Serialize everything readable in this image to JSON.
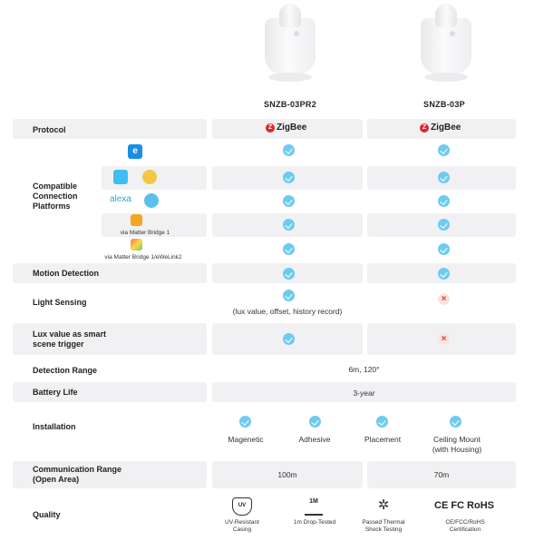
{
  "products": [
    {
      "name": "SNZB-03PR2"
    },
    {
      "name": "SNZB-03P"
    }
  ],
  "rows": {
    "protocol": {
      "label": "Protocol",
      "p1": "ZigBee",
      "p2": "ZigBee"
    },
    "platforms": {
      "label": "Compatible Connection Platforms",
      "matter_bridge_1": "via Matter Bridge 1",
      "matter_bridge_2": "via Matter Bridge 1/eWeLink2",
      "alexa": "alexa"
    },
    "motion": {
      "label": "Motion Detection"
    },
    "light": {
      "label": "Light Sensing",
      "p1_note": "(lux value, offset, history record)"
    },
    "lux_trigger": {
      "label": "Lux value as smart scene trigger"
    },
    "detection_range": {
      "label": "Detection Range",
      "value": "6m,  120°"
    },
    "battery": {
      "label": "Battery Life",
      "value": "3-year"
    },
    "installation": {
      "label": "Installation",
      "options": [
        "Magenetic",
        "Adhesive",
        "Placement",
        "Ceiling Mount (with Housing)"
      ]
    },
    "comm_range": {
      "label": "Communication Range (Open Area)",
      "p1": "100m",
      "p2": "70m"
    },
    "quality": {
      "label": "Quality",
      "items": [
        "UV-Resistant Casing",
        "1m Drop-Tested",
        "Passed Thermal Shock Testing",
        "CE/FCC/RoHS Certification"
      ],
      "uv_mark": "UV",
      "drop_mark": "1M",
      "cert_marks": "CE FC RoHS"
    }
  },
  "colors": {
    "check": "#6ecbf0",
    "cross": "#e2452d",
    "row": "#f1f1f3"
  }
}
